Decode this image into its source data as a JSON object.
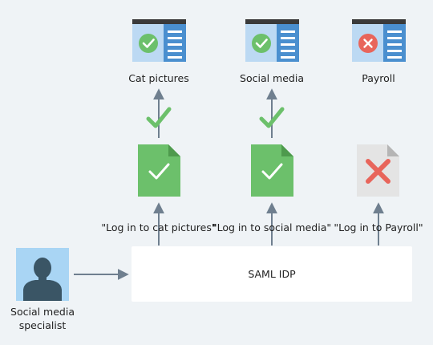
{
  "apps": [
    {
      "label": "Cat pictures",
      "status": "allowed"
    },
    {
      "label": "Social media",
      "status": "allowed"
    },
    {
      "label": "Payroll",
      "status": "denied"
    }
  ],
  "requests": [
    {
      "label": "\"Log in to cat pictures\"",
      "status": "allowed"
    },
    {
      "label": "\"Log in to social media\"",
      "status": "allowed"
    },
    {
      "label": "\"Log in to Payroll\"",
      "status": "denied"
    }
  ],
  "idp": {
    "label": "SAML IDP"
  },
  "user": {
    "label": "Social media specialist"
  },
  "colors": {
    "background": "#eff3f6",
    "allowed": "#6cc06b",
    "denied": "#e8655b",
    "arrow": "#6f7f8f",
    "window_blue": "#4a8fcf",
    "window_light": "#bcd9f3",
    "window_titlebar": "#3a3a3a",
    "doc_denied": "#e4e4e4",
    "avatar_bg": "#a9d5f4",
    "avatar_figure": "#3a5565"
  }
}
